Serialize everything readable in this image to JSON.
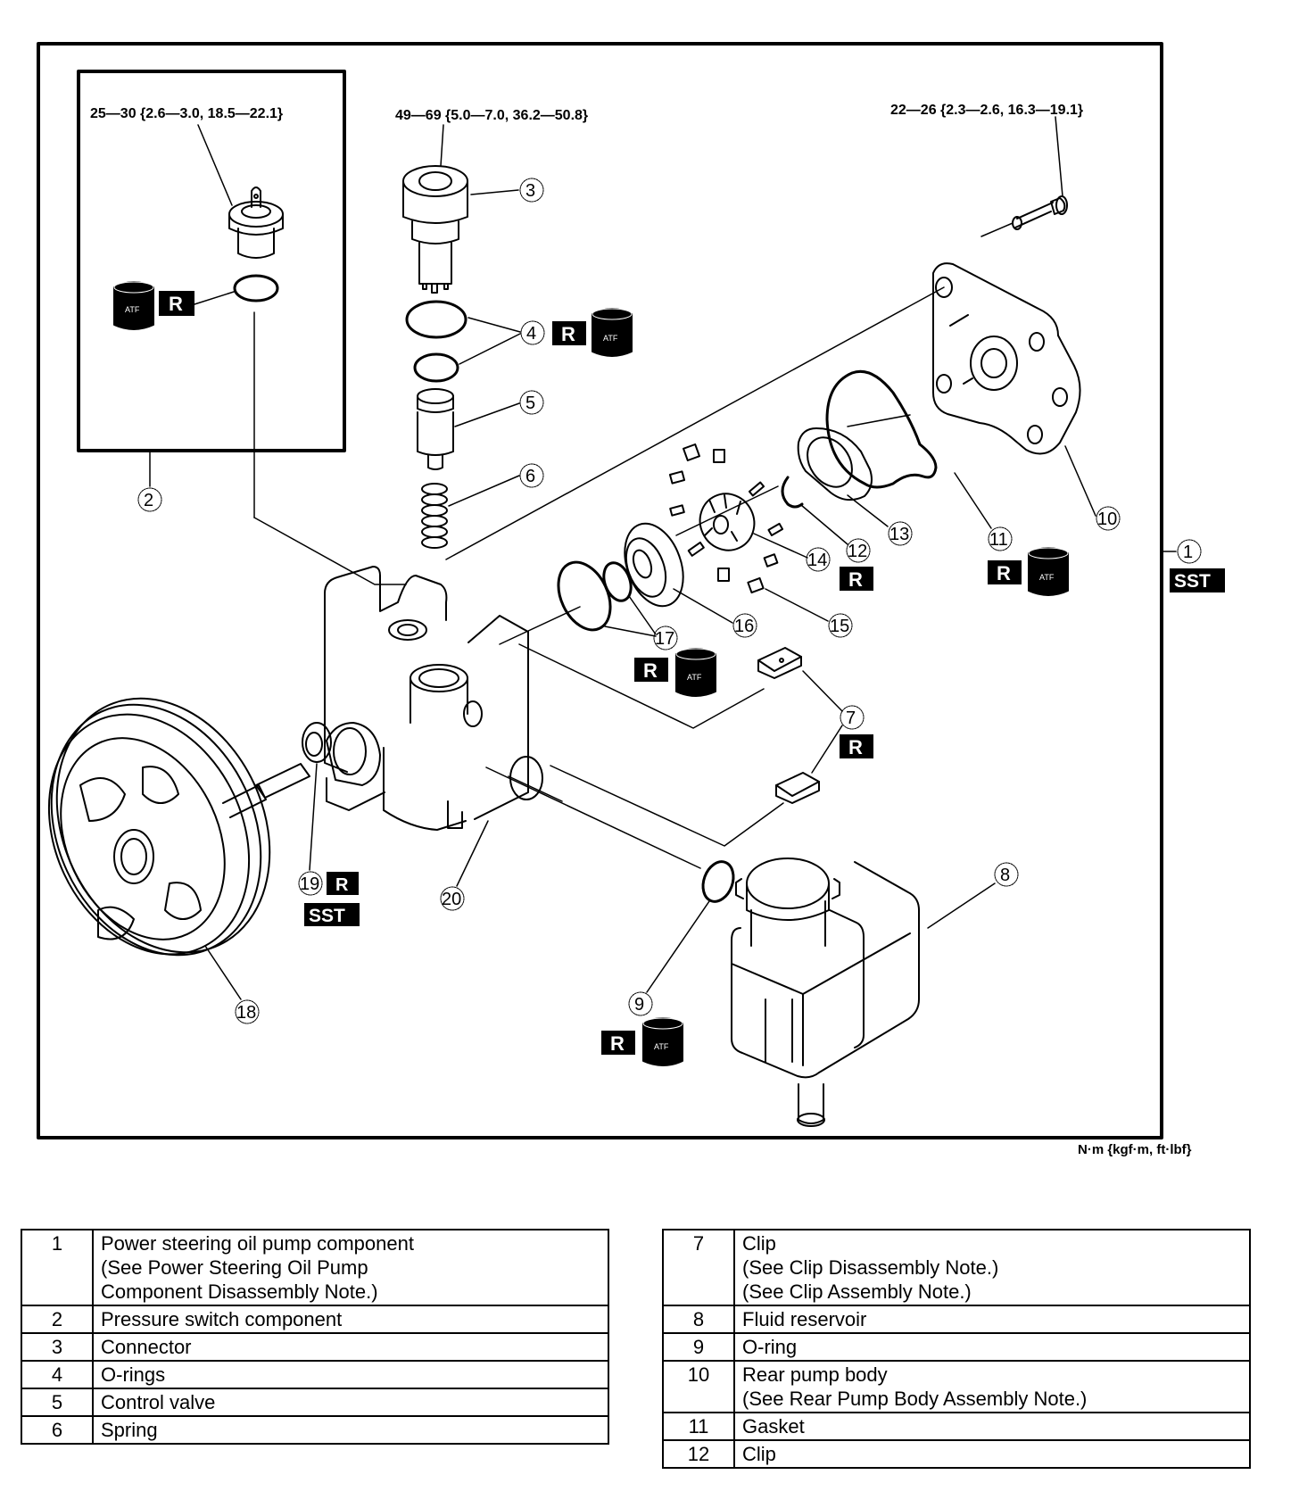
{
  "diagram": {
    "title": "Power steering oil pump exploded view",
    "units_note": "N·m {kgf·m, ft·lbf}",
    "torque_specs": {
      "pressure_switch": "25—30 {2.6—3.0, 18.5—22.1}",
      "connector": "49—69 {5.0—7.0, 36.2—50.8}",
      "rear_bolt": "22—26 {2.3—2.6, 16.3—19.1}"
    },
    "badges": {
      "replace": "R",
      "sst": "SST",
      "atf": "ATF"
    },
    "callouts": [
      {
        "num": "1",
        "badges": [
          "SST"
        ]
      },
      {
        "num": "2",
        "badges": []
      },
      {
        "num": "3",
        "badges": []
      },
      {
        "num": "4",
        "badges": [
          "R",
          "ATF"
        ]
      },
      {
        "num": "5",
        "badges": []
      },
      {
        "num": "6",
        "badges": []
      },
      {
        "num": "7",
        "badges": [
          "R"
        ]
      },
      {
        "num": "8",
        "badges": []
      },
      {
        "num": "9",
        "badges": [
          "R",
          "ATF"
        ]
      },
      {
        "num": "10",
        "badges": []
      },
      {
        "num": "11",
        "badges": [
          "R",
          "ATF"
        ]
      },
      {
        "num": "12",
        "badges": [
          "R"
        ]
      },
      {
        "num": "13",
        "badges": []
      },
      {
        "num": "14",
        "badges": []
      },
      {
        "num": "15",
        "badges": []
      },
      {
        "num": "16",
        "badges": []
      },
      {
        "num": "17",
        "badges": [
          "R",
          "ATF"
        ]
      },
      {
        "num": "18",
        "badges": []
      },
      {
        "num": "19",
        "badges": [
          "R",
          "SST"
        ]
      },
      {
        "num": "20",
        "badges": []
      }
    ]
  },
  "parts_table_left": [
    {
      "num": "1",
      "desc": "Power steering oil pump component\n(See Power Steering Oil Pump\nComponent Disassembly Note.)"
    },
    {
      "num": "2",
      "desc": "Pressure switch component"
    },
    {
      "num": "3",
      "desc": "Connector"
    },
    {
      "num": "4",
      "desc": "O-rings"
    },
    {
      "num": "5",
      "desc": "Control valve"
    },
    {
      "num": "6",
      "desc": "Spring"
    }
  ],
  "parts_table_right": [
    {
      "num": "7",
      "desc": "Clip\n(See Clip Disassembly Note.)\n(See Clip Assembly Note.)"
    },
    {
      "num": "8",
      "desc": "Fluid reservoir"
    },
    {
      "num": "9",
      "desc": "O-ring"
    },
    {
      "num": "10",
      "desc": "Rear pump body\n(See Rear Pump Body Assembly Note.)"
    },
    {
      "num": "11",
      "desc": "Gasket"
    },
    {
      "num": "12",
      "desc": "Clip"
    }
  ]
}
